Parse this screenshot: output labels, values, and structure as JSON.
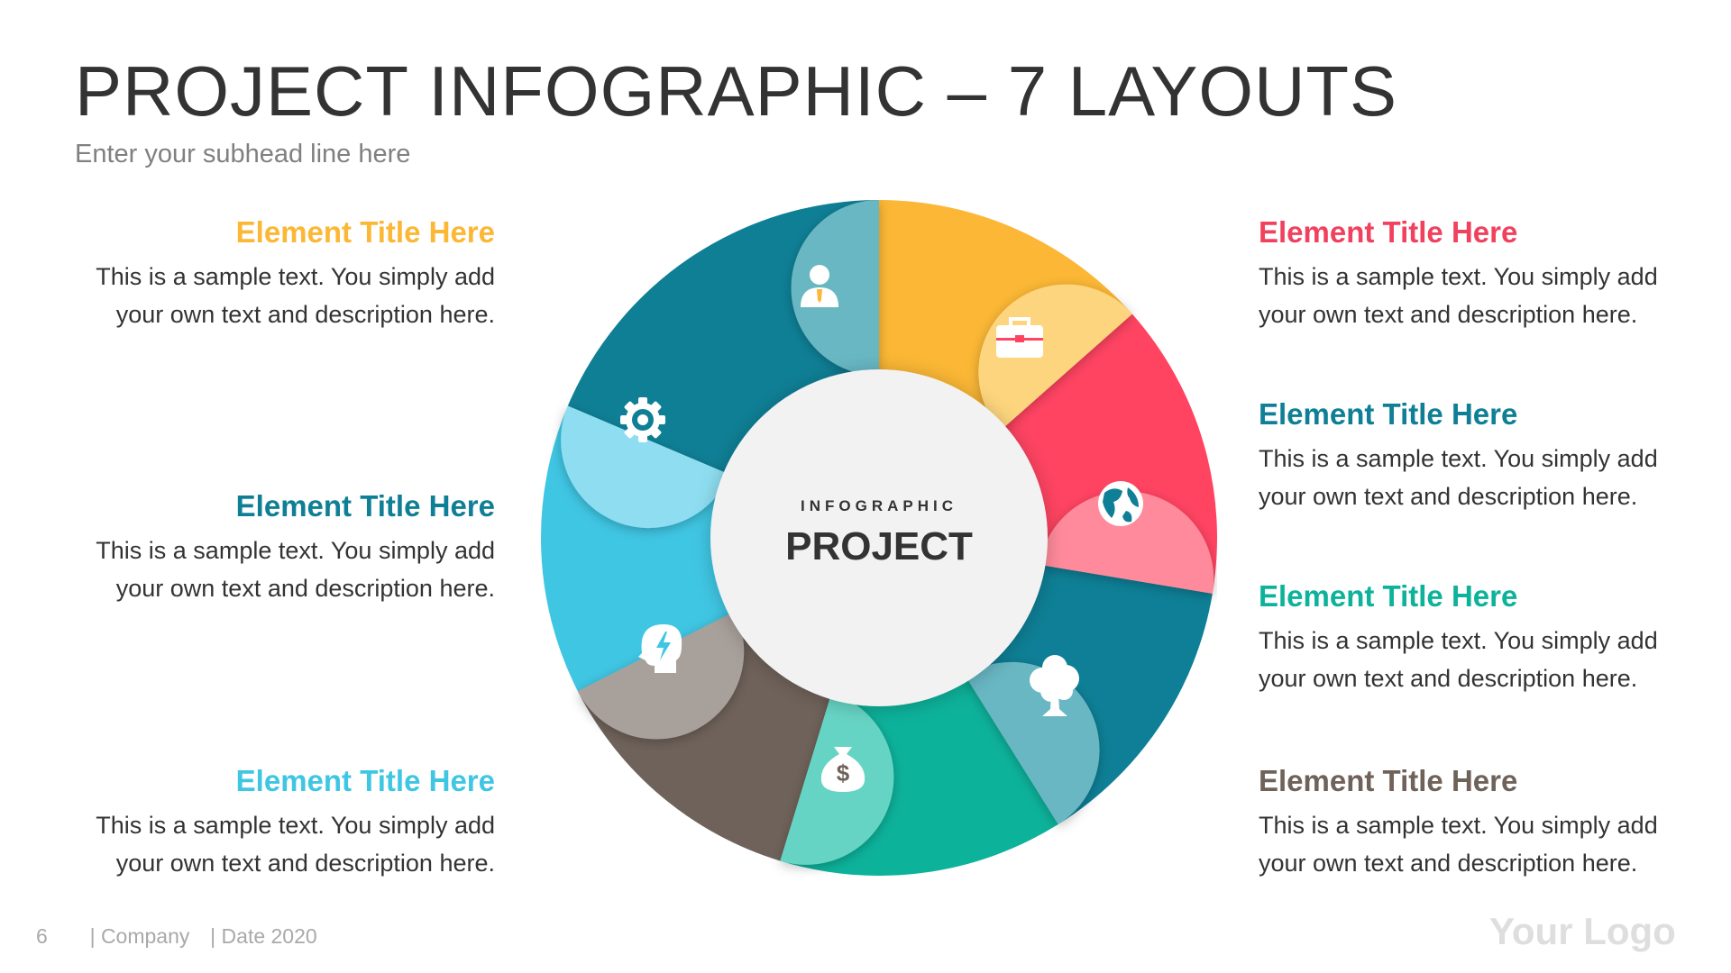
{
  "header": {
    "title": "PROJECT INFOGRAPHIC – 7 LAYOUTS",
    "subhead": "Enter your subhead line here"
  },
  "center": {
    "label_small": "INFOGRAPHIC",
    "label_big": "PROJECT"
  },
  "elements": [
    {
      "title": "Element Title Here",
      "text": "This is a sample text. You simply add your own text and description here.",
      "color": "#FBB735",
      "icon": "person-icon"
    },
    {
      "title": "Element Title Here",
      "text": "This is a sample text. You simply add your own text and description here.",
      "color": "#0F7F96",
      "icon": "gear-icon"
    },
    {
      "title": "Element Title Here",
      "text": "This is a sample text. You simply add your own text and description here.",
      "color": "#3FC6E3",
      "icon": "head-bolt-icon"
    },
    {
      "title": "Element Title Here",
      "text": "This is a sample text. You simply add your own text and description here.",
      "color": "#FF4462",
      "icon": "briefcase-icon"
    },
    {
      "title": "Element Title Here",
      "text": "This is a sample text. You simply add your own text and description here.",
      "color": "#0E7F96",
      "icon": "globe-icon"
    },
    {
      "title": "Element Title Here",
      "text": "This is a sample text. You simply add your own text and description here.",
      "color": "#0DB29B",
      "icon": "tree-icon"
    },
    {
      "title": "Element Title Here",
      "text": "This is a sample text. You simply add your own text and description here.",
      "color": "#6F625A",
      "icon": "money-bag-icon"
    }
  ],
  "footer": {
    "page_number": "6",
    "company": "| Company",
    "date": "| Date 2020"
  },
  "logo": "Your Logo"
}
